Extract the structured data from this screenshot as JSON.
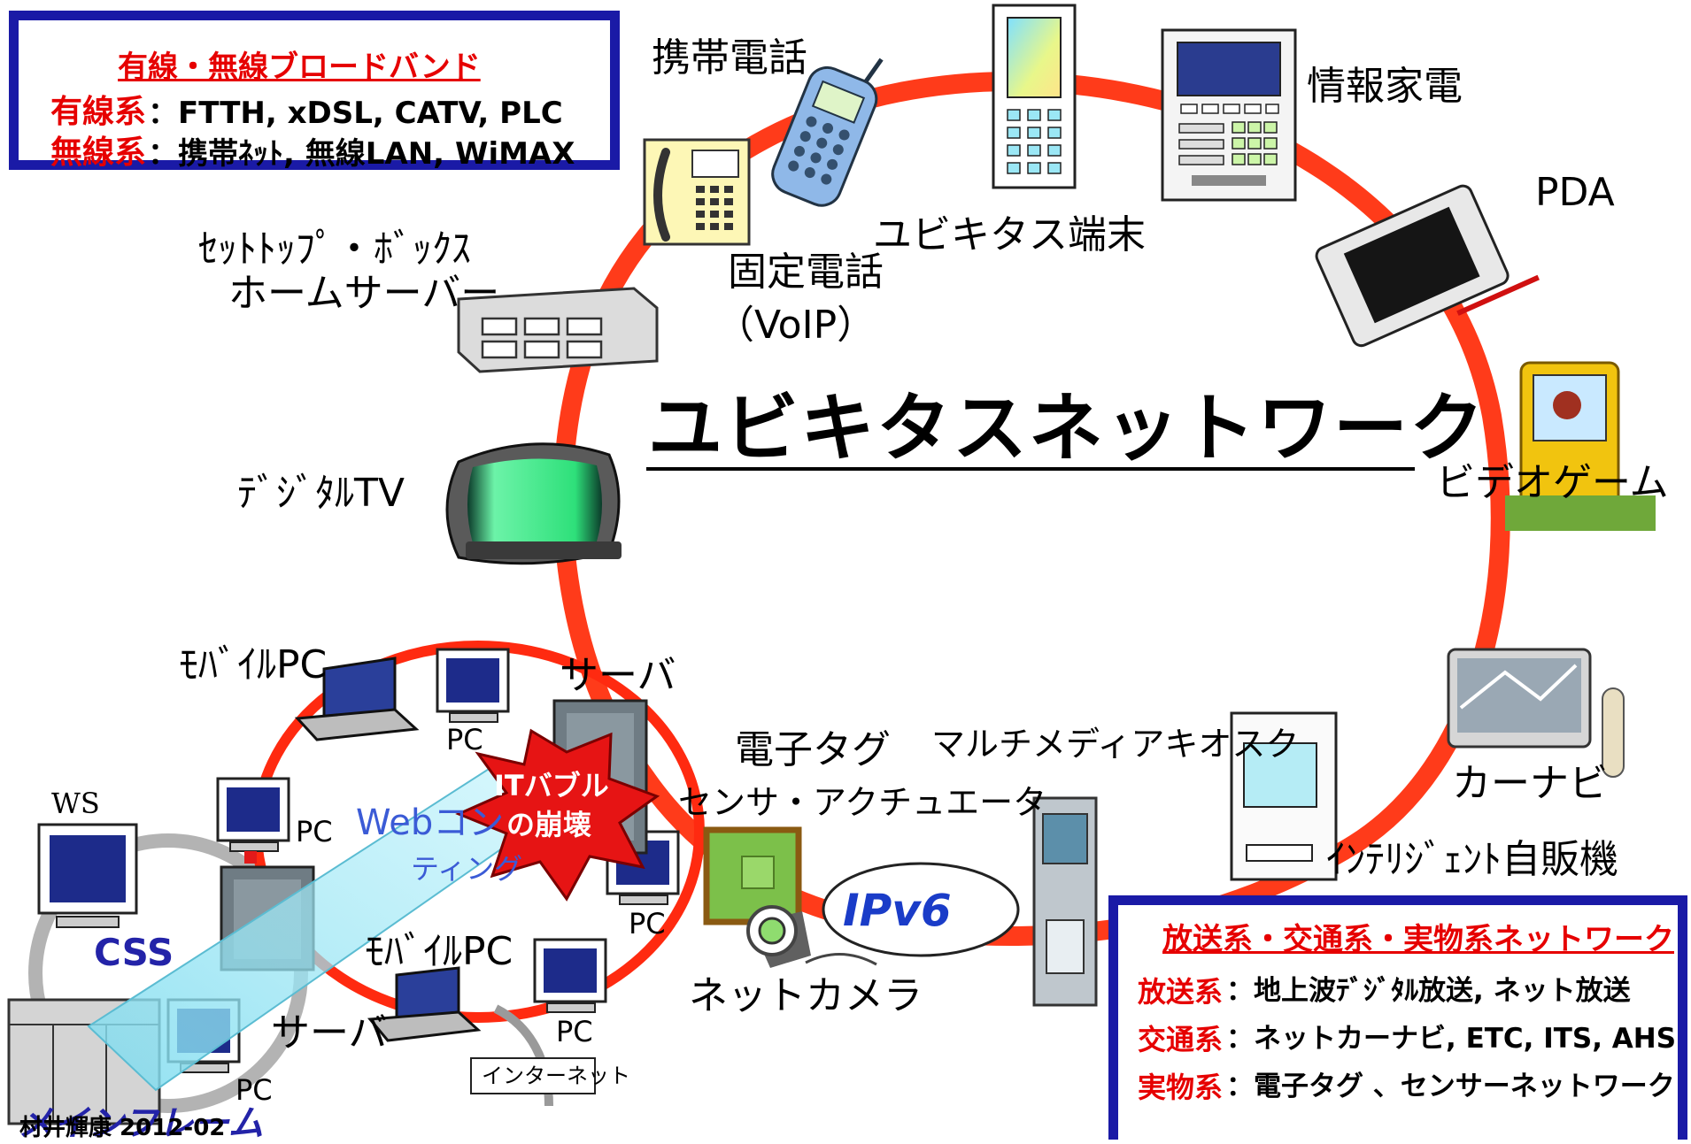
{
  "colors": {
    "ring": "#ff3b1a",
    "box_border": "#1a1aa6",
    "heading_red": "#e60000",
    "title_line": "#000000",
    "burst": "#e61414",
    "css_text": "#2323a8",
    "web_text": "#3b5bd6",
    "ipv6_text": "#1a3cc8"
  },
  "title": "ユビキタスネットワーク",
  "broadband_box": {
    "heading": "有線・無線ブロードバンド",
    "rows": [
      {
        "label": "有線系",
        "text": "：FTTH, xDSL, CATV, PLC"
      },
      {
        "label": "無線系",
        "text": "：携帯ﾈｯﾄ, 無線LAN, WiMAX"
      }
    ]
  },
  "broadcast_box": {
    "heading": "放送系・交通系・実物系ネットワーク",
    "rows": [
      {
        "label": "放送系",
        "text": "：地上波ﾃﾞｼﾞﾀﾙ放送, ネット放送"
      },
      {
        "label": "交通系",
        "text": "：ネットカーナビ, ETC, ITS, AHS"
      },
      {
        "label": "実物系",
        "text": "：電子タグ 、センサーネットワーク"
      }
    ]
  },
  "devices": {
    "mobile_phone": "携帯電話",
    "ubiquitous_terminal": "ユビキタス端末",
    "info_appliance": "情報家電",
    "pda": "PDA",
    "fixed_phone": "固定電話",
    "voip": "（VoIP）",
    "set_top_box": "ｾｯﾄﾄｯﾌﾟ・ﾎﾞｯｸｽ",
    "home_server": "ホームサーバー",
    "digital_tv": "ﾃﾞｼﾞﾀﾙTV",
    "video_game": "ビデオゲーム",
    "car_navi": "カーナビ",
    "e_tag": "電子タグ",
    "sensor": "センサ・アクチュエータ",
    "multimedia_kiosk": "マルチメディアキオスク",
    "intelligent_vending": "ｲﾝﾃﾘｼﾞｪﾝﾄ自販機",
    "net_camera": "ネットカメラ",
    "ipv6": "IPv6"
  },
  "left_cluster": {
    "mobile_pc_1": "ﾓﾊﾞｲﾙPC",
    "mobile_pc_2": "ﾓﾊﾞｲﾙPC",
    "server_1": "サーバ",
    "server_2": "サーバ",
    "pc_labels": [
      "PC",
      "PC",
      "PC",
      "PC",
      "PC"
    ],
    "ws": "WS",
    "css": "CSS",
    "web_computing_1": "Webコン",
    "web_computing_2": "ティング",
    "it_bubble_1": "ITバブル",
    "it_bubble_2": "の崩壊",
    "internet": "インターネット",
    "mainframe": "メインフレーム"
  },
  "credit": "村井輝康 2012-02"
}
